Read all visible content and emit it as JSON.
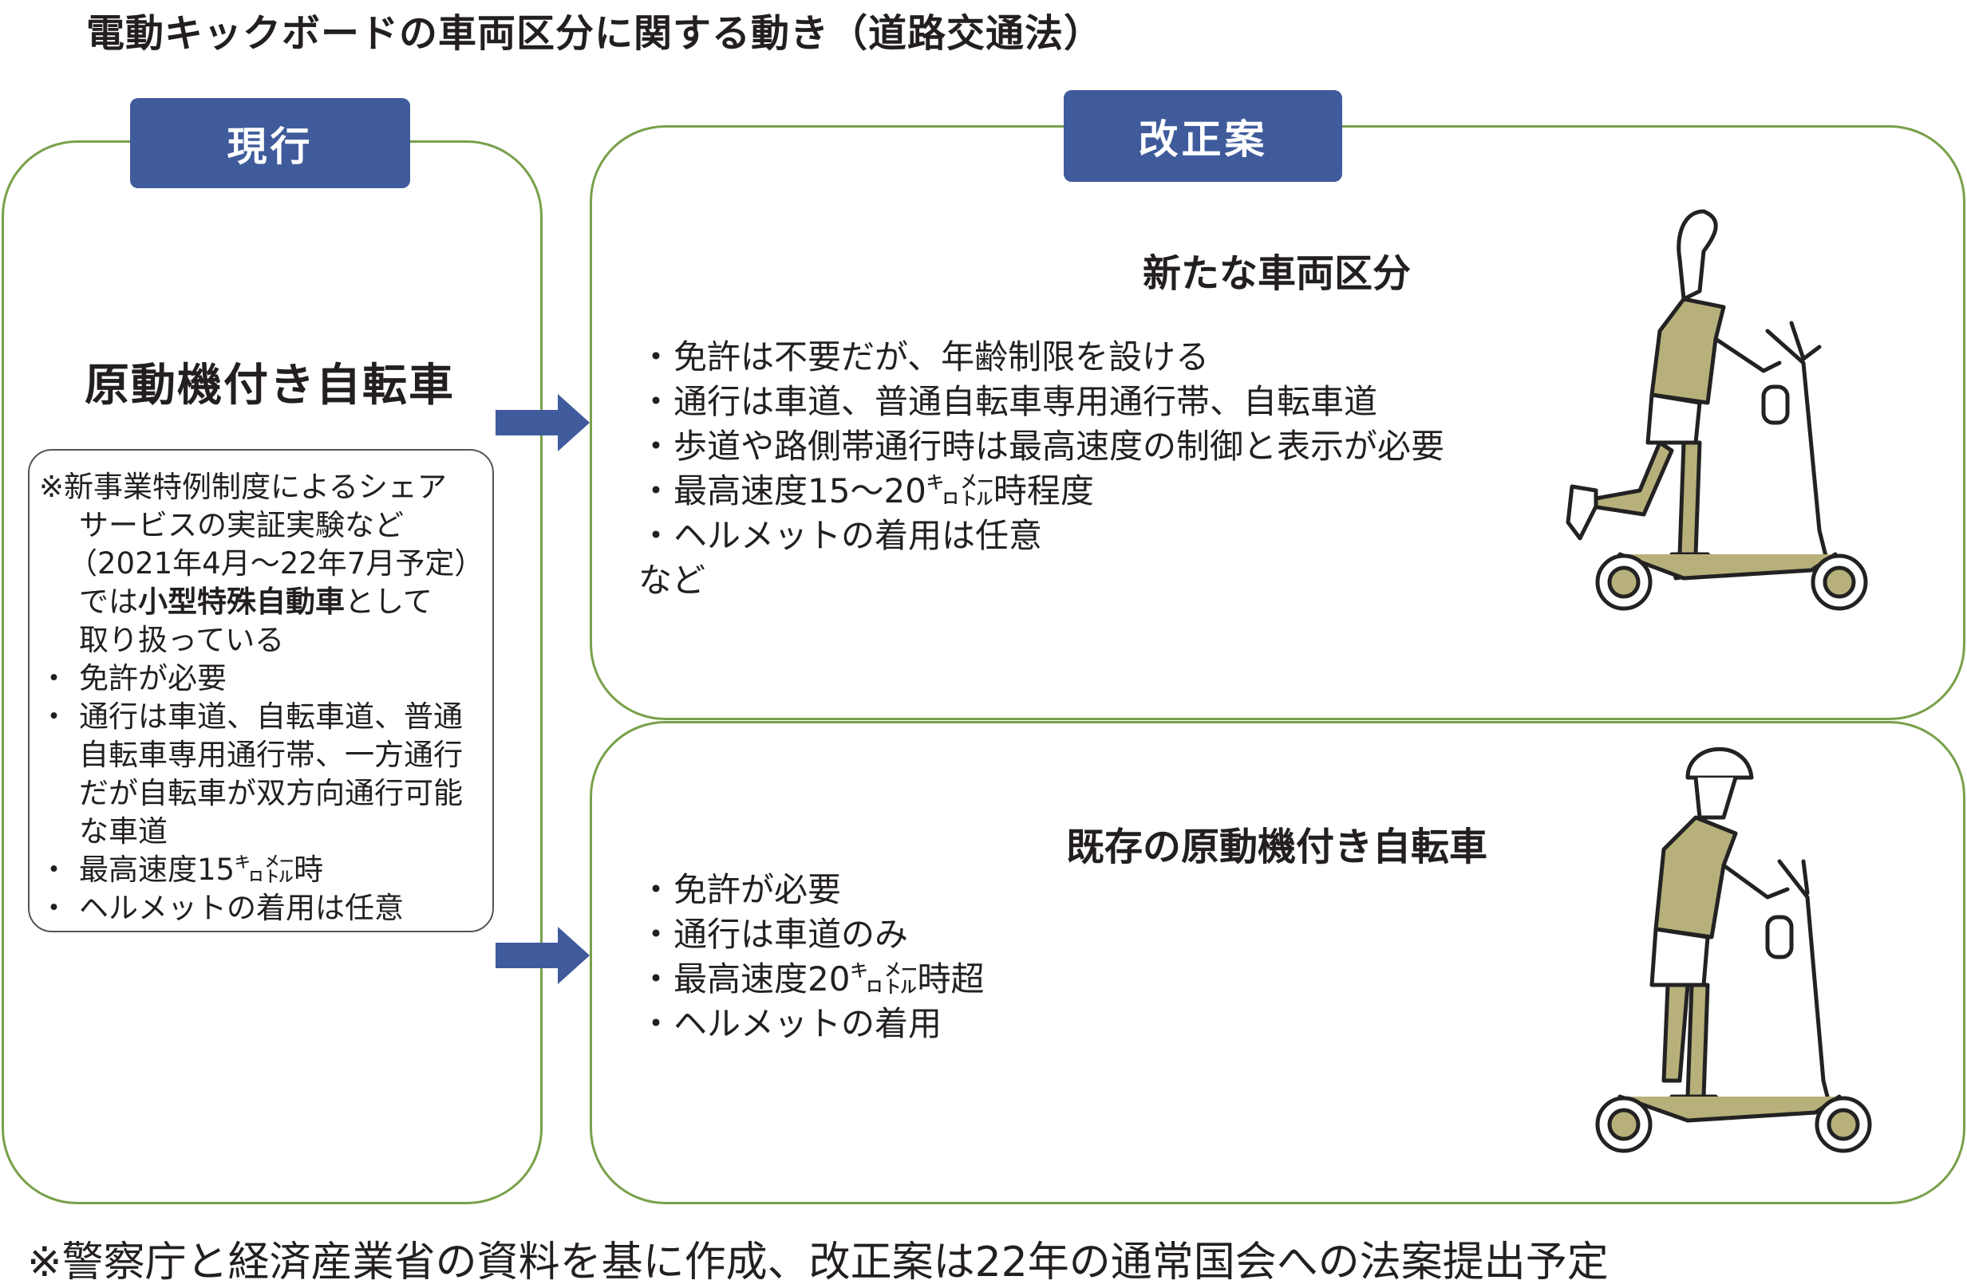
{
  "title": "電動キックボードの車両区分に関する動き（道路交通法）",
  "current": {
    "tab_label": "現行",
    "heading": "原動機付き自転車",
    "note": {
      "line1": "※新事業特例制度によるシェア",
      "line2": "サービスの実証実験など",
      "line3": "（2021年4月～22年7月予定）",
      "line4_pre": "では",
      "line4_bold": "小型特殊自動車",
      "line4_post": "として",
      "line5": "取り扱っている"
    },
    "bullets": [
      "免許が必要",
      "通行は車道、自転車道、普通",
      "自転車専用通行帯、一方通行",
      "だが自転車が双方向通行可能",
      "な車道",
      "最高速度15㌔㍍時",
      "ヘルメットの着用は任意"
    ]
  },
  "proposal": {
    "tab_label": "改正案",
    "new_category": {
      "heading": "新たな車両区分",
      "bullets": [
        "免許は不要だが、年齢制限を設ける",
        "通行は車道、普通自転車専用通行帯、自転車道",
        "歩道や路側帯通行時は最高速度の制御と表示が必要",
        "最高速度15～20㌔㍍時程度",
        "ヘルメットの着用は任意"
      ],
      "trailer": "など"
    },
    "existing": {
      "heading": "既存の原動機付き自転車",
      "bullets": [
        "免許が必要",
        "通行は車道のみ",
        "最高速度20㌔㍍時超",
        "ヘルメットの着用"
      ]
    }
  },
  "footer": "※警察庁と経済産業省の資料を基に作成、改正案は22年の通常国会への法案提出予定",
  "colors": {
    "tab": "#3f5b9b",
    "border": "#79a04a",
    "arrow": "#3f5b9b",
    "illustration": "#b7b07a"
  }
}
